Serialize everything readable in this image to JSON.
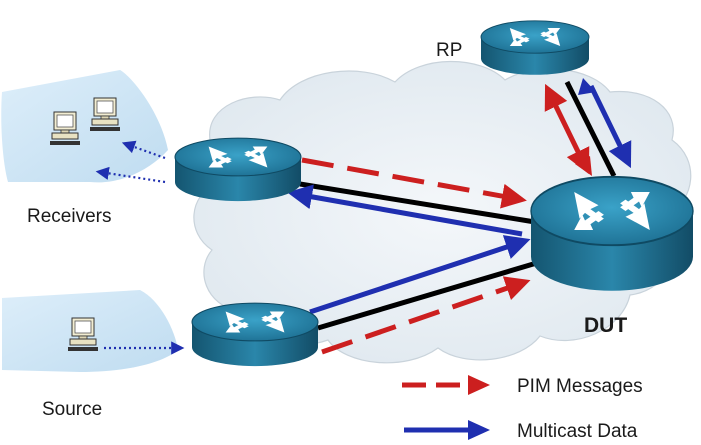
{
  "nodes": {
    "rp": "RP",
    "dut": "DUT",
    "receivers": "Receivers",
    "source": "Source"
  },
  "legend": {
    "pim_messages": "PIM Messages",
    "multicast_data": "Multicast Data"
  },
  "colors": {
    "pim": "#cc1f1f",
    "multicast": "#1f2fb0",
    "link": "#000000",
    "router_body": "#1f6f8f",
    "router_top": "#2a90b8",
    "cloud": "#e7eef4",
    "lan": "#cfe6f5"
  },
  "icons": [
    "router-icon",
    "computer-icon",
    "cloud-shape",
    "lan-segment"
  ]
}
